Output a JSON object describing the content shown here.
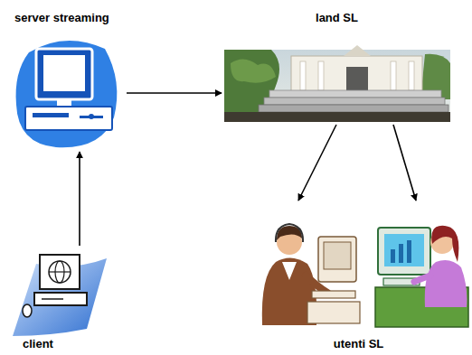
{
  "diagram": {
    "nodes": [
      {
        "text": [
          "server streaming"
        ]
      },
      {
        "text": [
          "land SL"
        ]
      },
      {
        "text": [
          "client"
        ]
      },
      {
        "text": [
          "utenti SL"
        ]
      }
    ],
    "edges": [
      {
        "from": 2,
        "to": 0,
        "arrow": "to"
      },
      {
        "from": 0,
        "to": 1,
        "arrow": "to"
      },
      {
        "from": 1,
        "to": 3,
        "arrow": "to"
      },
      {
        "from": 1,
        "to": 3,
        "arrow": "to"
      }
    ]
  }
}
